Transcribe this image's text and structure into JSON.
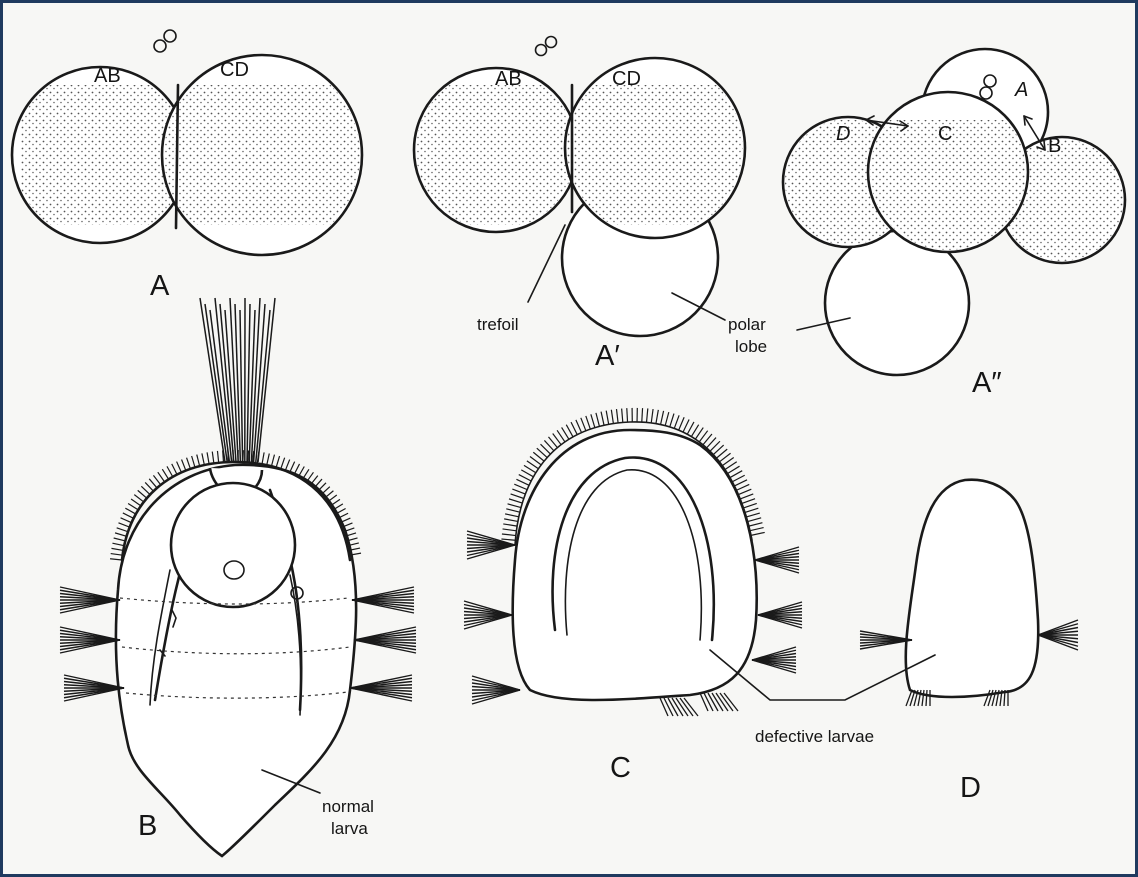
{
  "panels": {
    "A": {
      "caption": "A",
      "cell_left": "AB",
      "cell_right": "CD"
    },
    "A_prime": {
      "caption": "A′",
      "cell_left": "AB",
      "cell_right": "CD",
      "label_trefoil": "trefoil",
      "label_polar_1": "polar",
      "label_polar_2": "lobe"
    },
    "A_double_prime": {
      "caption": "A″",
      "cell_a": "A",
      "cell_b": "B",
      "cell_c": "C",
      "cell_d": "D"
    },
    "B": {
      "caption": "B",
      "label_1": "normal",
      "label_2": "larva"
    },
    "C": {
      "caption": "C"
    },
    "D": {
      "caption": "D"
    },
    "shared": {
      "label_defective": "defective larvae"
    }
  },
  "colors": {
    "border": "#1f3a5f",
    "ink": "#1a1a1a",
    "stipple": "#555555"
  }
}
